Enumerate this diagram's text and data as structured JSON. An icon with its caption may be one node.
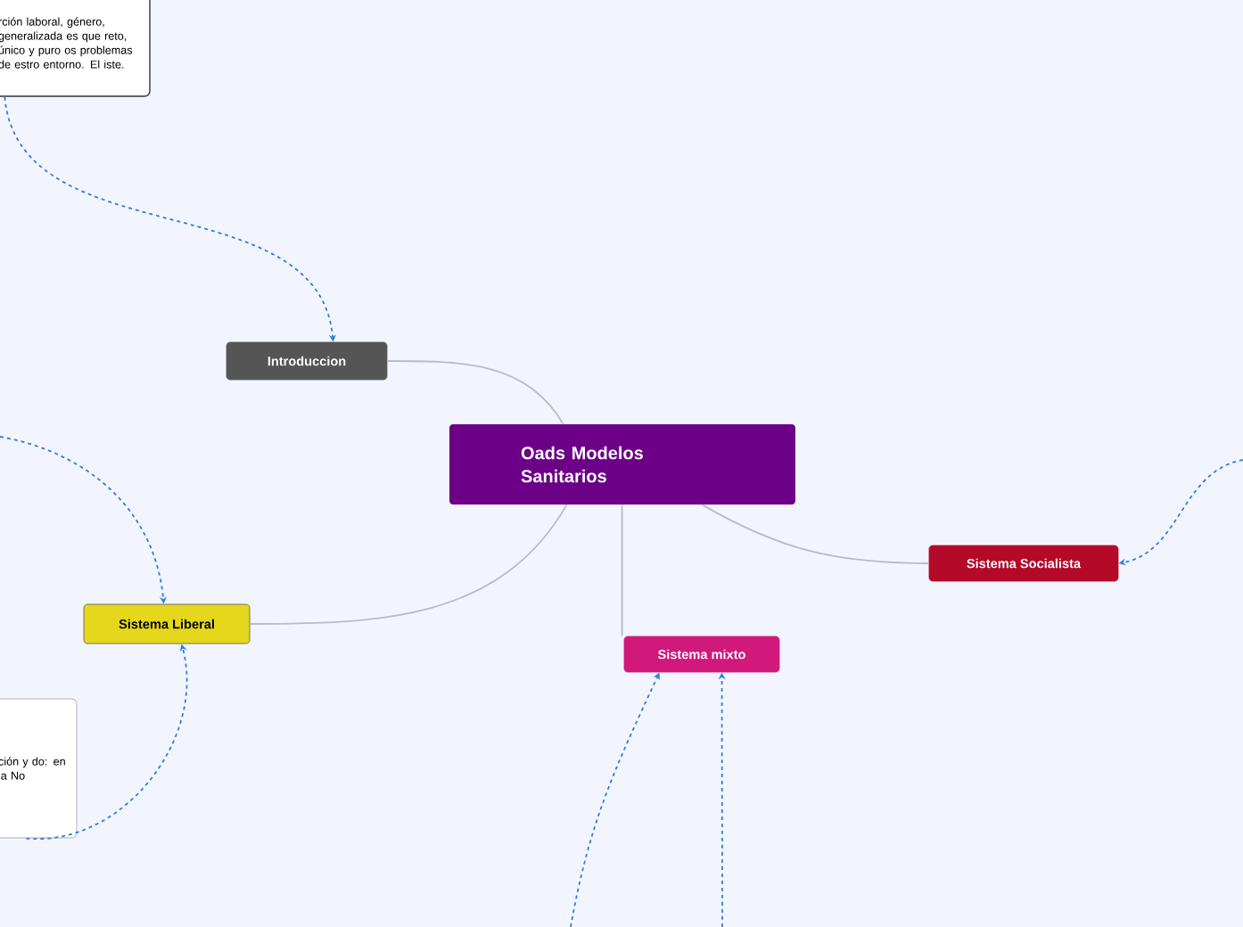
{
  "diagram": {
    "nodes": [
      {
        "text": [
          "rción laboral, género, generalizada es que reto, único y puro os problemas de estro entorno. El iste."
        ]
      },
      {
        "text": [
          "Introduccion"
        ]
      },
      {
        "text": [
          "Oads Modelos Sanitarios"
        ]
      },
      {
        "text": [
          "Sistema Liberal"
        ]
      },
      {
        "text": [
          "ción y do: en la No"
        ]
      },
      {
        "text": [
          "Sistema mixto"
        ]
      },
      {
        "text": [
          "Sistema Socialista"
        ]
      }
    ],
    "edges": [
      {
        "from": 2,
        "to": 1,
        "arrow": "none",
        "color": "#b8bcc4"
      },
      {
        "from": 2,
        "to": 3,
        "arrow": "none",
        "color": "#b8bcc4"
      },
      {
        "from": 2,
        "to": 5,
        "arrow": "none",
        "color": "#b8bcc4"
      },
      {
        "from": 2,
        "to": 6,
        "arrow": "none",
        "color": "#b8bcc4"
      },
      {
        "from": 0,
        "to": 1,
        "arrow": "to",
        "style": "dashed"
      },
      {
        "from": null,
        "to": 3,
        "arrow": "to",
        "style": "dashed"
      },
      {
        "from": 4,
        "to": 3,
        "arrow": "to",
        "style": "dashed"
      },
      {
        "from": null,
        "to": 6,
        "arrow": "to",
        "style": "dashed"
      },
      {
        "from": null,
        "to": 5,
        "arrow": "to",
        "style": "dashed"
      },
      {
        "from": null,
        "to": 5,
        "arrow": "to",
        "style": "dashed"
      }
    ]
  }
}
